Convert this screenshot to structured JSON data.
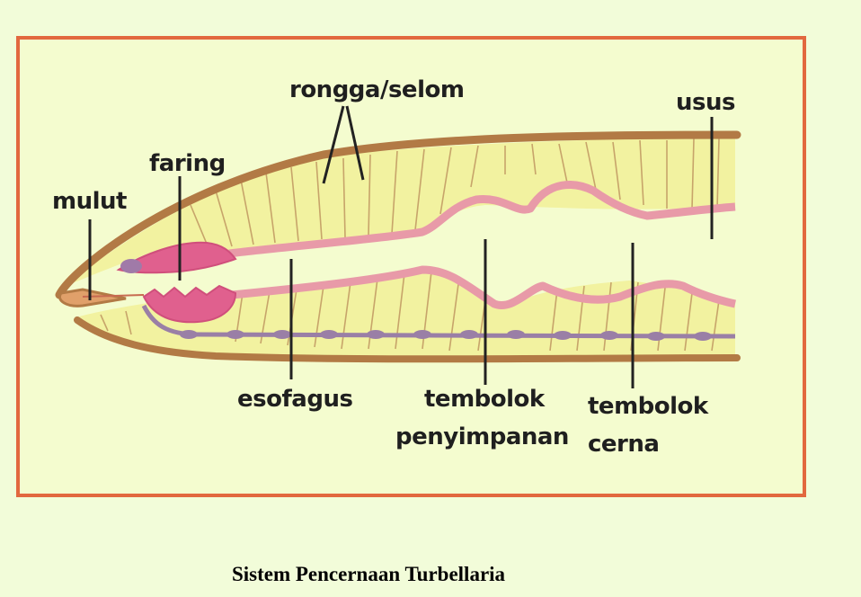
{
  "caption": "Sistem Pencernaan Turbellaria",
  "labels": {
    "rongga_selom": "rongga/selom",
    "usus": "usus",
    "faring": "faring",
    "mulut": "mulut",
    "esofagus": "esofagus",
    "tembolok_penyimpanan_line1": "tembolok",
    "tembolok_penyimpanan_line2": "penyimpanan",
    "tembolok_cerna_line1": "tembolok",
    "tembolok_cerna_line2": "cerna"
  },
  "colors": {
    "background": "#f2fcd9",
    "frame_border": "#e2683f",
    "body_wall": "#b27a45",
    "coelom_fill": "#f2f2a0",
    "gut_wall": "#e89aa8",
    "pharynx": "#e0608e",
    "nerve_cord": "#9a7fa6"
  }
}
